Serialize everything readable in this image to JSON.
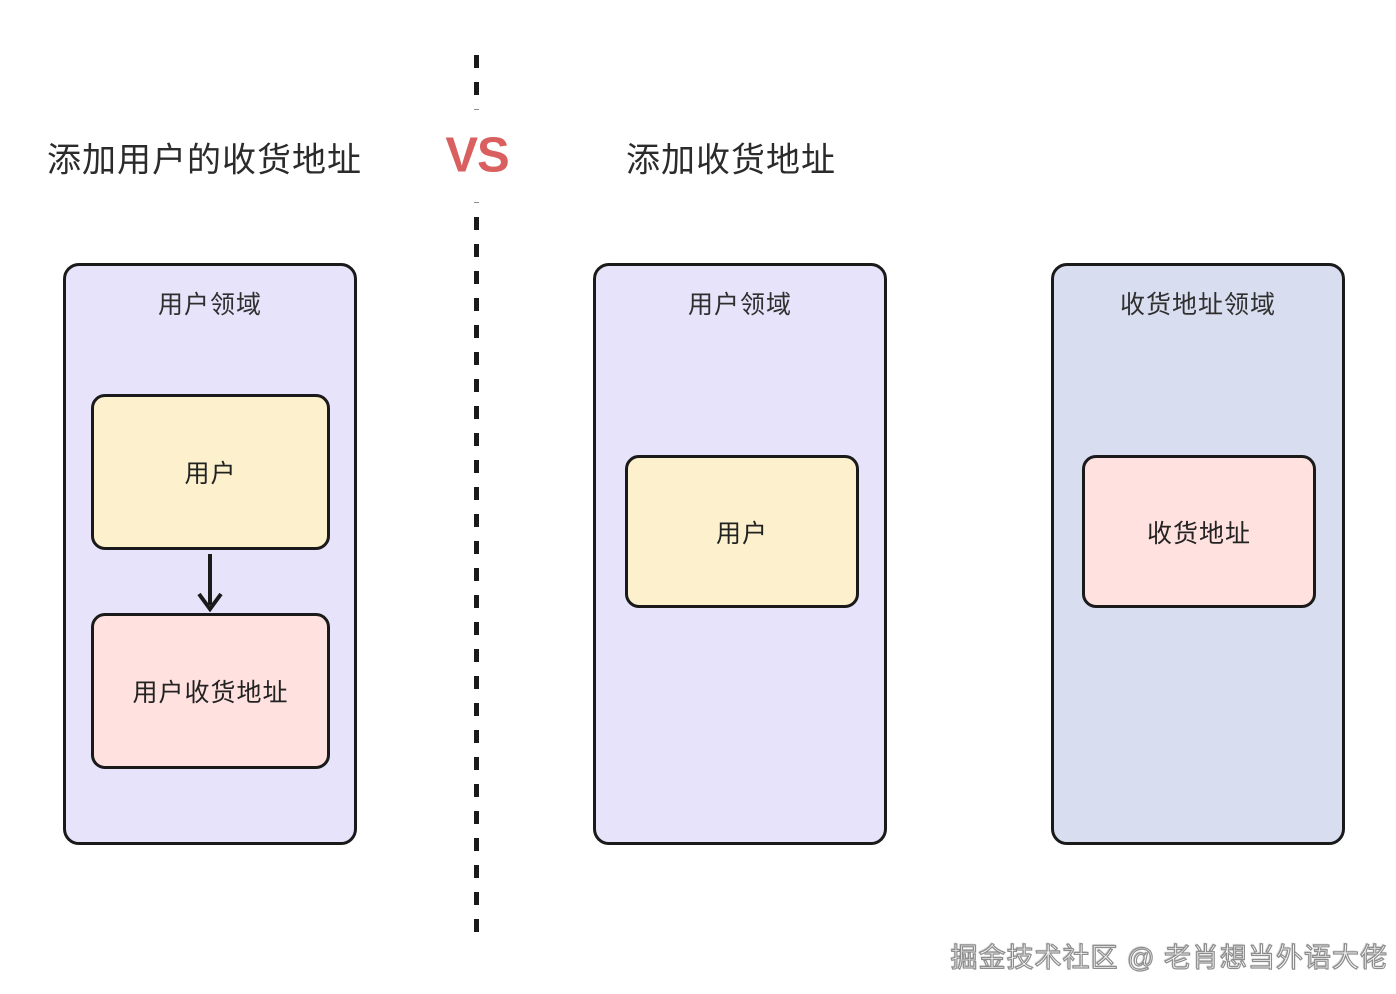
{
  "colors": {
    "border": "#1a1a1a",
    "vs-red": "#d9605f",
    "title-text": "#2b2b2b",
    "user-domain-fill": "#e7e3fa",
    "address-domain-fill": "#d9ddf0",
    "user-box-fill": "#fcf0cd",
    "address-box-fill": "#ffe2e0"
  },
  "header": {
    "left_title": "添加用户的收货地址",
    "vs": "VS",
    "right_title": "添加收货地址"
  },
  "left_design": {
    "domain_label": "用户领域",
    "user_box": "用户",
    "address_box": "用户收货地址"
  },
  "right_design": {
    "user_domain_label": "用户领域",
    "user_box": "用户",
    "address_domain_label": "收货地址领域",
    "address_box": "收货地址"
  },
  "watermark": "掘金技术社区 @ 老肖想当外语大佬"
}
